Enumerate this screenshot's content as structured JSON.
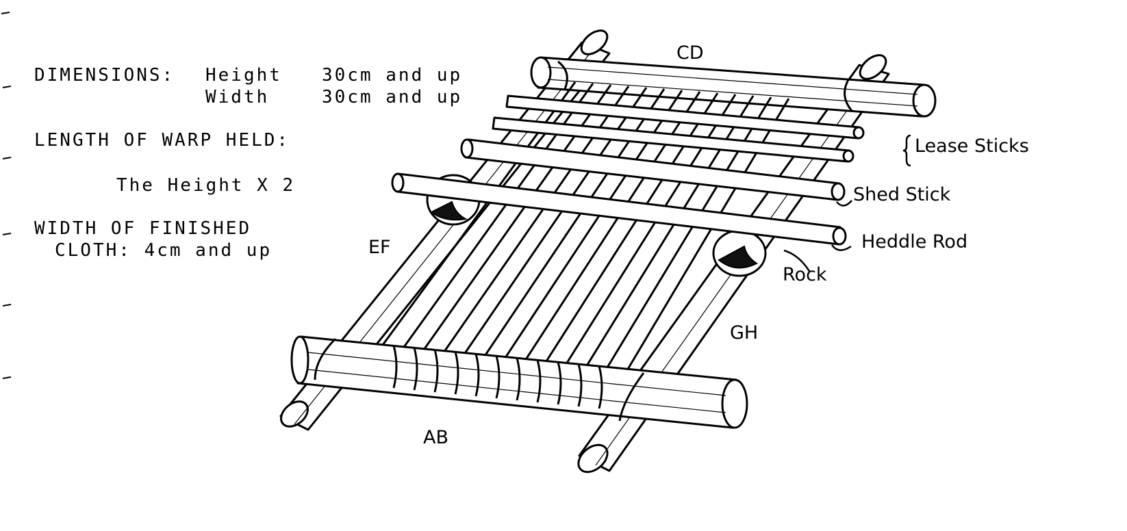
{
  "specs": {
    "dimensions_label": "DIMENSIONS:",
    "height_label": "Height",
    "height_value": "30cm and up",
    "width_label": "Width",
    "width_value": "30cm and up",
    "warp_length_label": "LENGTH OF WARP HELD:",
    "warp_length_value": "The Height X 2",
    "finished_width_label": "WIDTH OF FINISHED",
    "finished_width_value": "CLOTH:  4cm and up"
  },
  "diagram": {
    "title": "Backstrap / stick loom frame",
    "labels": {
      "top_beam": "CD",
      "left_pole": "EF",
      "right_pole": "GH",
      "bottom_beam": "AB",
      "lease_sticks": "Lease Sticks",
      "shed_stick": "Shed Stick",
      "heddle_rod": "Heddle Rod",
      "rock": "Rock"
    }
  }
}
